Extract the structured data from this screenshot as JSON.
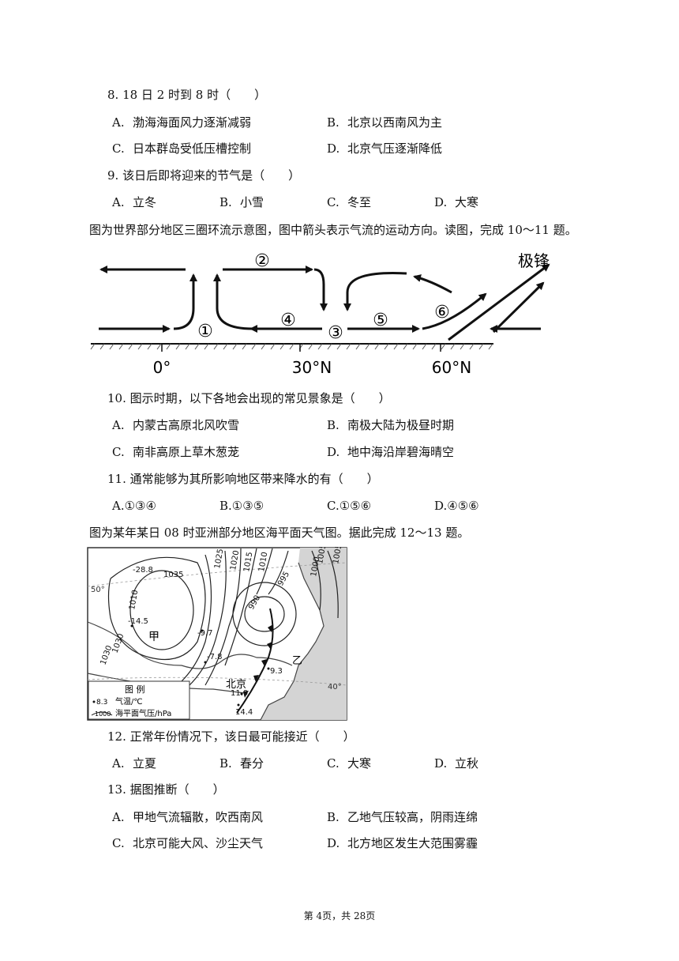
{
  "q8": {
    "stem": "8.  18 日 2 时到 8 时（　　）",
    "options": [
      {
        "key": "A.",
        "text": "渤海海面风力逐渐减弱"
      },
      {
        "key": "B.",
        "text": "北京以西南风为主"
      },
      {
        "key": "C.",
        "text": "日本群岛受低压槽控制"
      },
      {
        "key": "D.",
        "text": "北京气压逐渐降低"
      }
    ]
  },
  "q9": {
    "stem": "9.  该日后即将迎来的节气是（　　）",
    "options": [
      {
        "key": "A.",
        "text": "立冬"
      },
      {
        "key": "B.",
        "text": "小雪"
      },
      {
        "key": "C.",
        "text": "冬至"
      },
      {
        "key": "D.",
        "text": "大寒"
      }
    ]
  },
  "intro_10_11": "图为世界部分地区三圈环流示意图，图中箭头表示气流的运动方向。读图，完成 10～11 题。",
  "circulation_figure": {
    "front_label": "极锋",
    "markers": [
      "①",
      "②",
      "③",
      "④",
      "⑤",
      "⑥"
    ],
    "latitudes": [
      "0°",
      "30°N",
      "60°N"
    ]
  },
  "q10": {
    "stem": "10. 图示时期，以下各地会出现的常见景象是（　　）",
    "options": [
      {
        "key": "A.",
        "text": "内蒙古高原北风吹雪"
      },
      {
        "key": "B.",
        "text": "南极大陆为极昼时期"
      },
      {
        "key": "C.",
        "text": "南非高原上草木葱茏"
      },
      {
        "key": "D.",
        "text": "地中海沿岸碧海晴空"
      }
    ]
  },
  "q11": {
    "stem": "11. 通常能够为其所影响地区带来降水的有（　　）",
    "options": [
      {
        "key": "A.",
        "text": "①③④"
      },
      {
        "key": "B.",
        "text": "①③⑤"
      },
      {
        "key": "C.",
        "text": "①⑤⑥"
      },
      {
        "key": "D.",
        "text": "④⑤⑥"
      }
    ]
  },
  "intro_12_13": "图为某年某日 08 时亚洲部分地区海平面天气图。据此完成 12～13 题。",
  "weather_map": {
    "isobar_labels": [
      "1035",
      "1030",
      "1025",
      "1020",
      "1015",
      "1010",
      "1005",
      "1000",
      "995",
      "990",
      "1010",
      "1030",
      "1005"
    ],
    "temperatures": [
      "-28.8",
      "-14.5",
      "-9.7",
      "-7.8",
      "9.3",
      "11.9",
      "14.4"
    ],
    "place_labels": {
      "jia": "甲",
      "yi": "乙",
      "beijing": "北京"
    },
    "grid_labels": {
      "lat50": "50°",
      "lat40": "40°"
    },
    "legend": {
      "title": "图 例",
      "temp": "气温/℃",
      "temp_sample": "8.3",
      "pressure": "海平面气压/hPa",
      "pressure_sample": "1000"
    }
  },
  "q12": {
    "stem": "12. 正常年份情况下，该日最可能接近（　　）",
    "options": [
      {
        "key": "A.",
        "text": "立夏"
      },
      {
        "key": "B.",
        "text": "春分"
      },
      {
        "key": "C.",
        "text": "大寒"
      },
      {
        "key": "D.",
        "text": "立秋"
      }
    ]
  },
  "q13": {
    "stem": "13. 据图推断（　　）",
    "options": [
      {
        "key": "A.",
        "text": "甲地气流辐散，吹西南风"
      },
      {
        "key": "B.",
        "text": "乙地气压较高，阴雨连绵"
      },
      {
        "key": "C.",
        "text": "北京可能大风、沙尘天气"
      },
      {
        "key": "D.",
        "text": "北方地区发生大范围雾霾"
      }
    ]
  },
  "footer": "第 4页，共 28页"
}
